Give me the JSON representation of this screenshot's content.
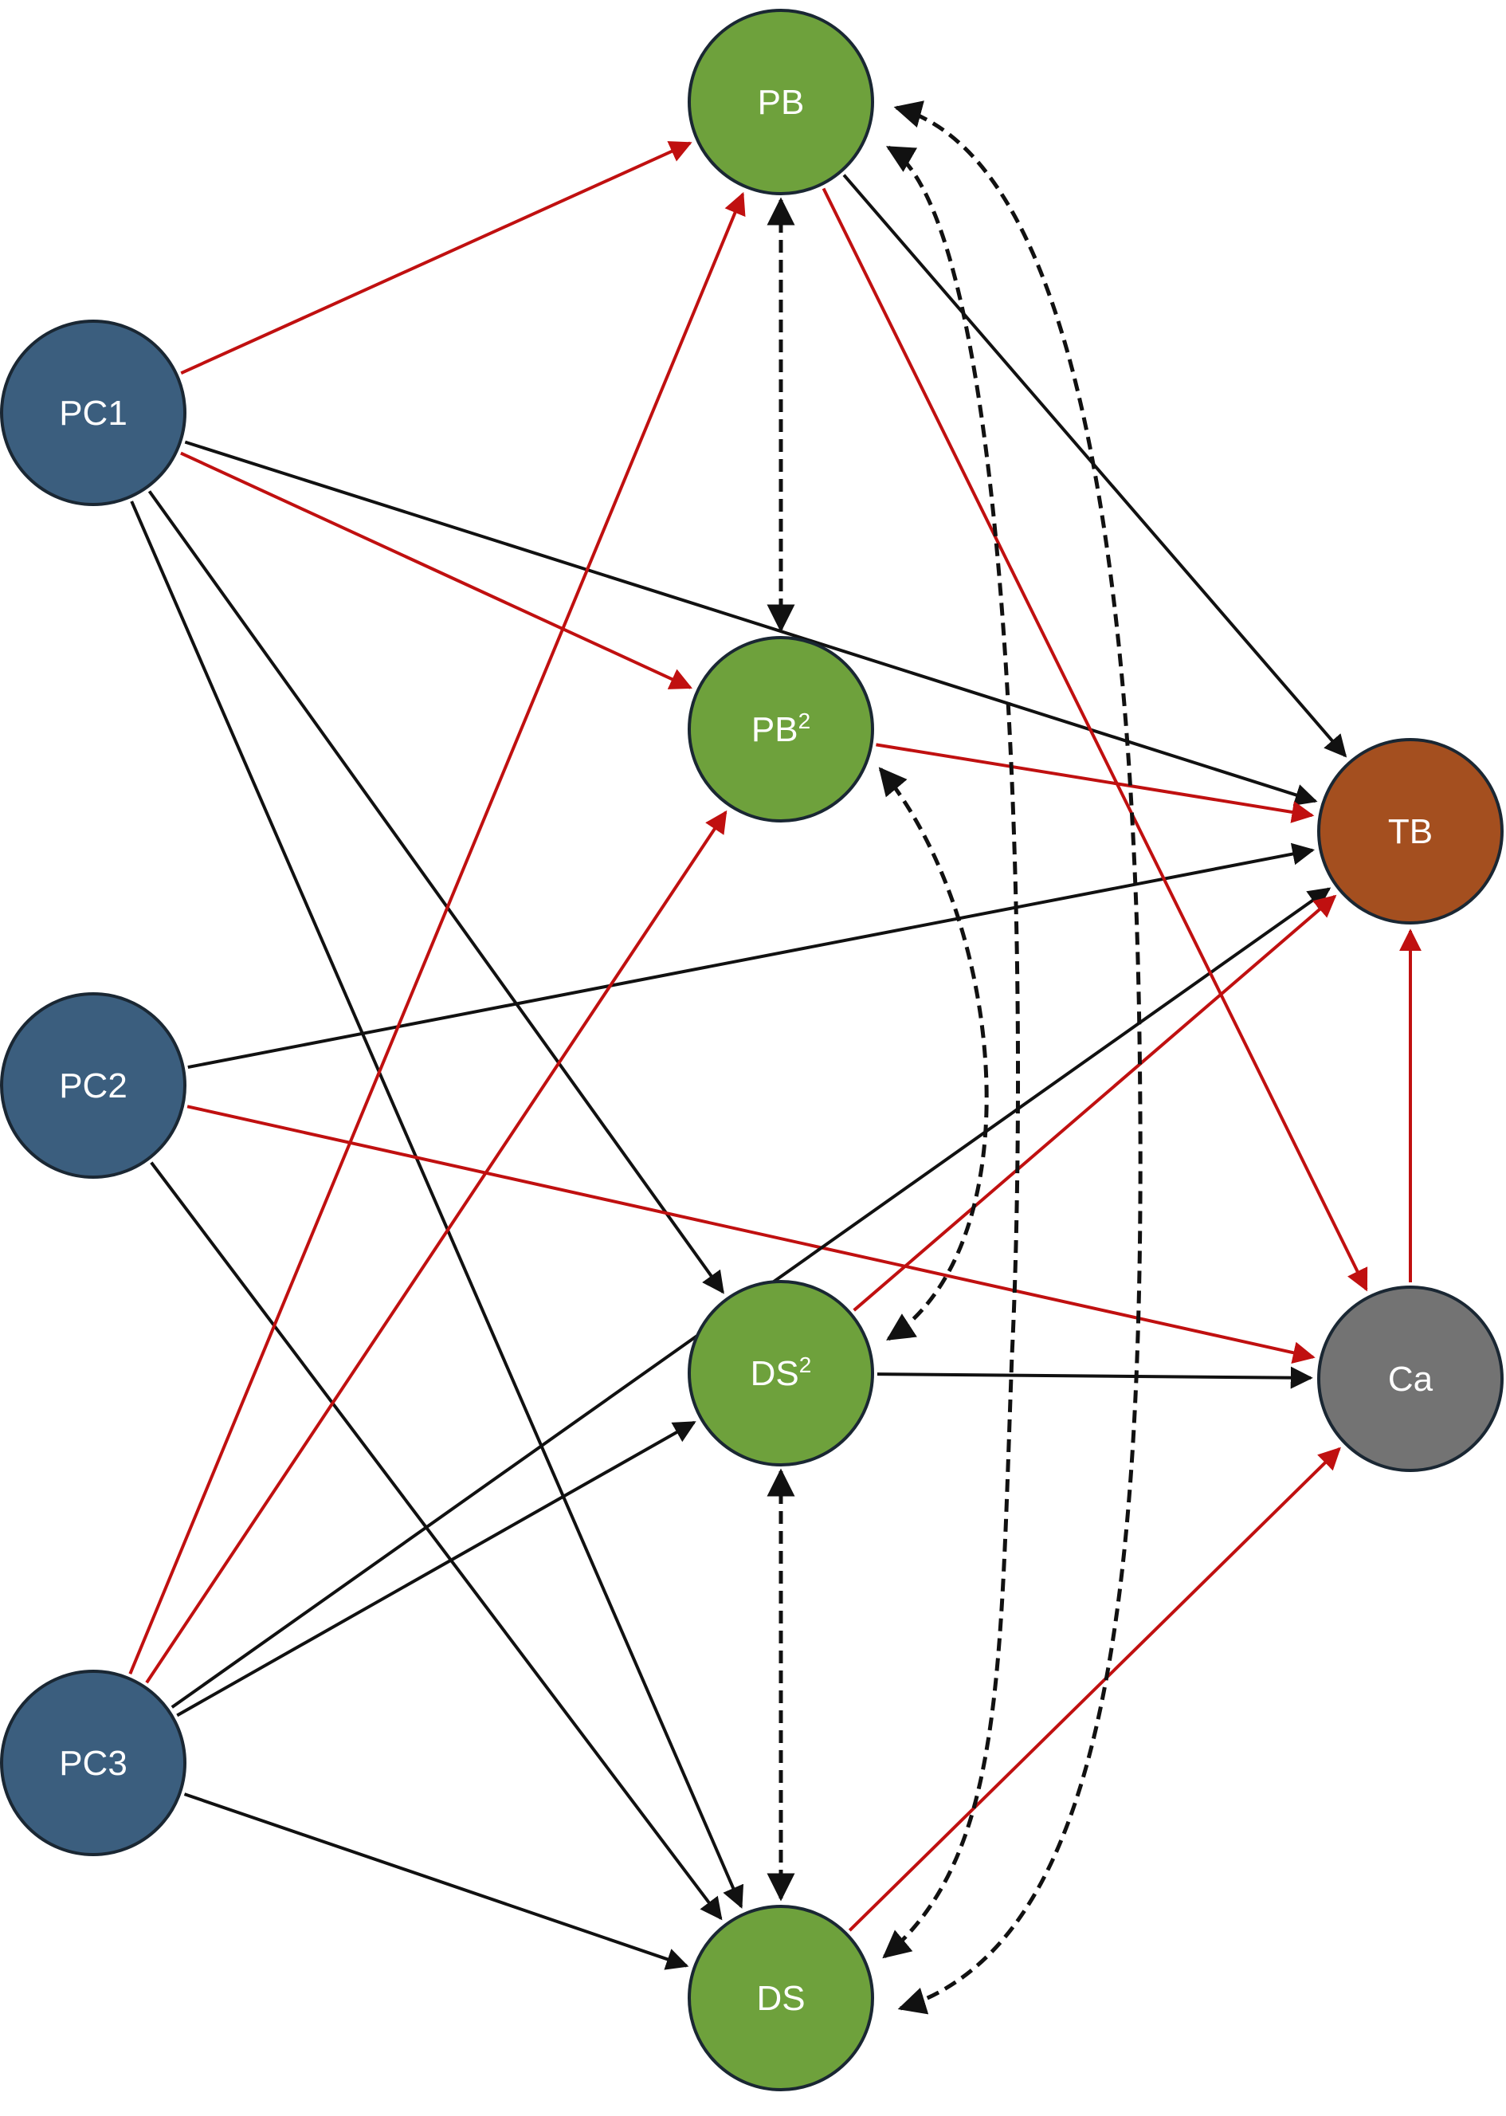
{
  "colors": {
    "pc_node": "#3b5e7e",
    "pb_ds_node": "#6ea13c",
    "tb_node": "#a44f1f",
    "ca_node": "#737373",
    "node_border": "#1a2733",
    "red_edge": "#c01010",
    "black_edge": "#111111"
  },
  "nodes": [
    {
      "id": "PC1",
      "label": "PC1",
      "sup": "",
      "group": "pc"
    },
    {
      "id": "PC2",
      "label": "PC2",
      "sup": "",
      "group": "pc"
    },
    {
      "id": "PC3",
      "label": "PC3",
      "sup": "",
      "group": "pc"
    },
    {
      "id": "PB",
      "label": "PB",
      "sup": "",
      "group": "pb_ds"
    },
    {
      "id": "PB2",
      "label": "PB",
      "sup": "2",
      "group": "pb_ds"
    },
    {
      "id": "DS2",
      "label": "DS",
      "sup": "2",
      "group": "pb_ds"
    },
    {
      "id": "DS",
      "label": "DS",
      "sup": "",
      "group": "pb_ds"
    },
    {
      "id": "TB",
      "label": "TB",
      "sup": "",
      "group": "tb"
    },
    {
      "id": "Ca",
      "label": "Ca",
      "sup": "",
      "group": "ca"
    }
  ],
  "edges": [
    {
      "from": "PC1",
      "to": "PB",
      "color": "red",
      "style": "solid"
    },
    {
      "from": "PC1",
      "to": "PB2",
      "color": "red",
      "style": "solid"
    },
    {
      "from": "PC1",
      "to": "TB",
      "color": "black",
      "style": "solid"
    },
    {
      "from": "PC1",
      "to": "DS2",
      "color": "black",
      "style": "solid"
    },
    {
      "from": "PC1",
      "to": "DS",
      "color": "black",
      "style": "solid"
    },
    {
      "from": "PC2",
      "to": "TB",
      "color": "black",
      "style": "solid"
    },
    {
      "from": "PC2",
      "to": "Ca",
      "color": "red",
      "style": "solid"
    },
    {
      "from": "PC2",
      "to": "DS",
      "color": "black",
      "style": "solid"
    },
    {
      "from": "PC3",
      "to": "PB",
      "color": "red",
      "style": "solid"
    },
    {
      "from": "PC3",
      "to": "PB2",
      "color": "red",
      "style": "solid"
    },
    {
      "from": "PC3",
      "to": "TB",
      "color": "black",
      "style": "solid"
    },
    {
      "from": "PC3",
      "to": "DS2",
      "color": "black",
      "style": "solid"
    },
    {
      "from": "PC3",
      "to": "DS",
      "color": "black",
      "style": "solid"
    },
    {
      "from": "PB",
      "to": "TB",
      "color": "black",
      "style": "solid"
    },
    {
      "from": "PB",
      "to": "Ca",
      "color": "red",
      "style": "solid"
    },
    {
      "from": "PB2",
      "to": "TB",
      "color": "red",
      "style": "solid"
    },
    {
      "from": "DS2",
      "to": "TB",
      "color": "red",
      "style": "solid"
    },
    {
      "from": "DS2",
      "to": "Ca",
      "color": "black",
      "style": "solid"
    },
    {
      "from": "DS",
      "to": "Ca",
      "color": "red",
      "style": "solid"
    },
    {
      "from": "Ca",
      "to": "TB",
      "color": "red",
      "style": "solid"
    },
    {
      "from": "PB",
      "to": "PB2",
      "color": "black",
      "style": "dashed",
      "bidirectional": true
    },
    {
      "from": "DS2",
      "to": "DS",
      "color": "black",
      "style": "dashed",
      "bidirectional": true
    },
    {
      "from": "PB2",
      "to": "DS2",
      "color": "black",
      "style": "dashed-curve",
      "bidirectional": true
    },
    {
      "from": "PB",
      "to": "DS",
      "color": "black",
      "style": "dashed-curve-inner",
      "bidirectional": true
    },
    {
      "from": "PB",
      "to": "DS",
      "color": "black",
      "style": "dashed-curve-outer",
      "bidirectional": true
    }
  ]
}
